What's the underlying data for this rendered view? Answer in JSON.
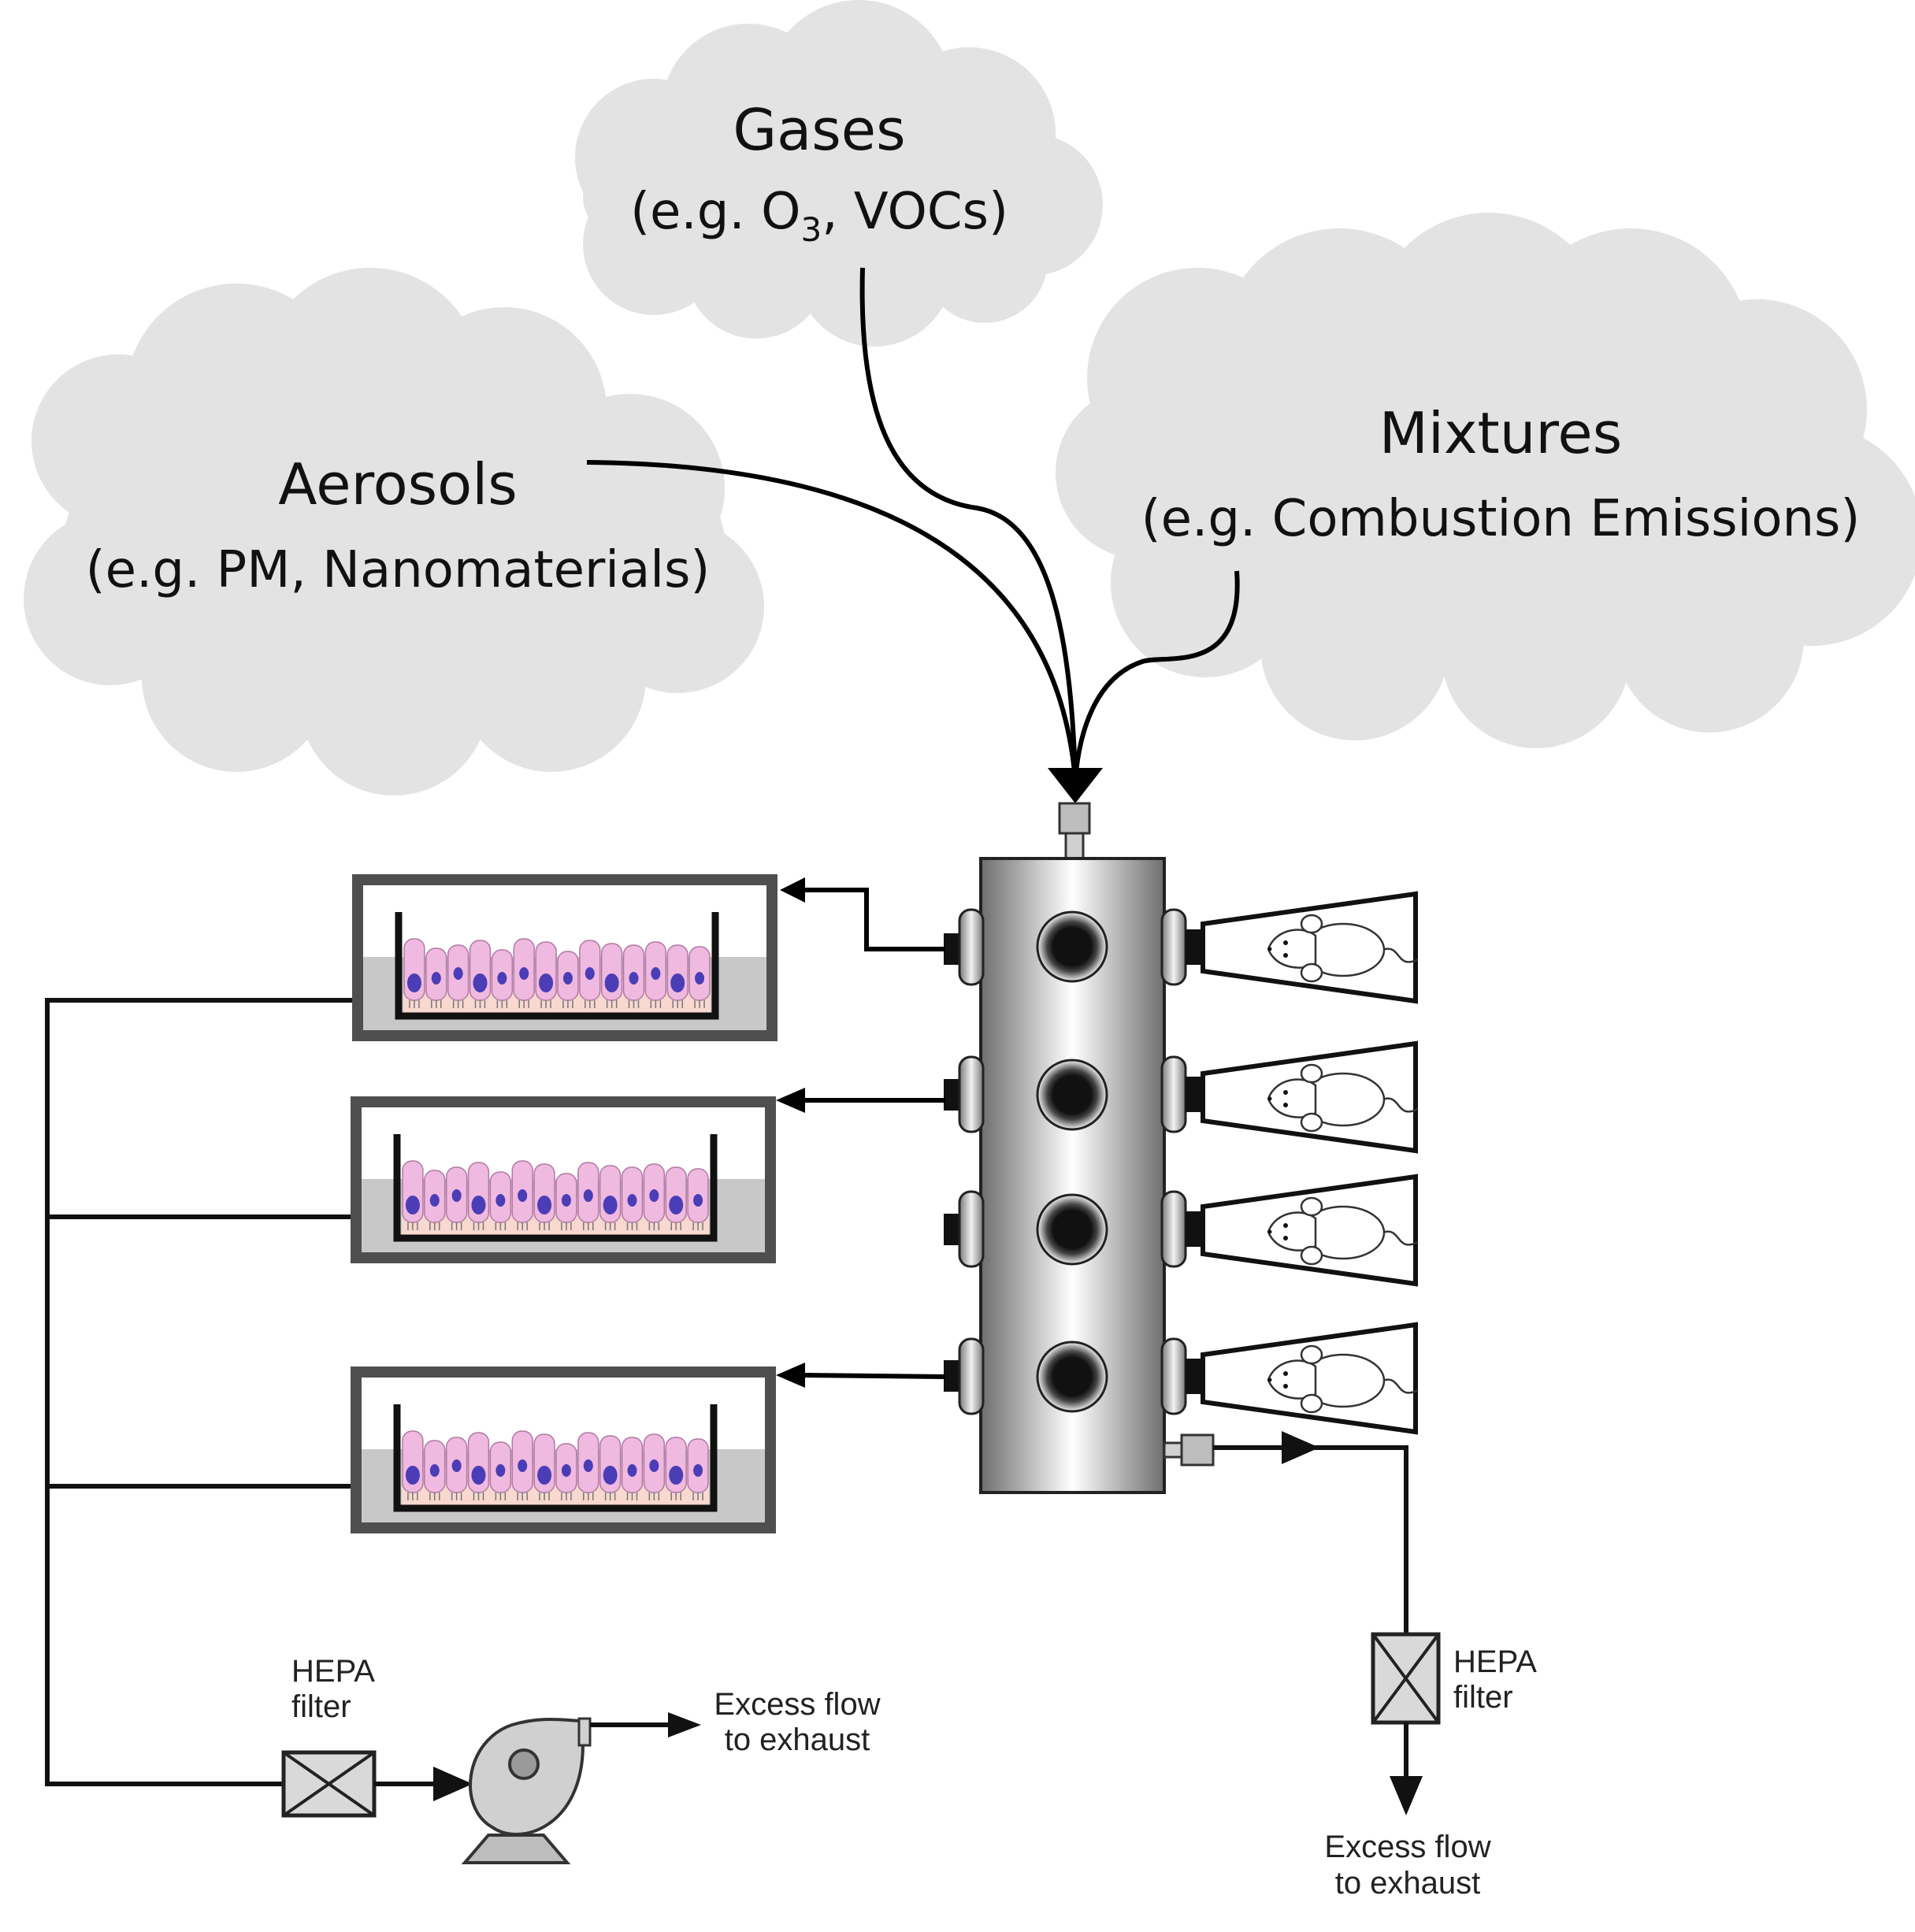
{
  "sources": {
    "gases": {
      "title": "Gases",
      "subtitle_prefix": "(e.g. O",
      "subtitle_subscript": "3",
      "subtitle_suffix": ", VOCs)"
    },
    "aerosols": {
      "title": "Aerosols",
      "subtitle": "(e.g. PM, Nanomaterials)"
    },
    "mixtures": {
      "title": "Mixtures",
      "subtitle": "(e.g. Combustion Emissions)"
    }
  },
  "exhaust_left": {
    "filter_line1": "HEPA",
    "filter_line2": "filter",
    "exhaust_line1": "Excess flow",
    "exhaust_line2": "to exhaust"
  },
  "exhaust_right": {
    "filter_line1": "HEPA",
    "filter_line2": "filter",
    "exhaust_line1": "Excess flow",
    "exhaust_line2": "to exhaust"
  },
  "colors": {
    "cloud": "#e3e3e3",
    "cell": "#efb9e0",
    "nucleus": "#4a3db6",
    "medium": "#f8d8cf",
    "culture_frame": "#4f4f4f",
    "filter_fill": "#d9d9d9",
    "blower_fill": "#cfcfcf"
  }
}
